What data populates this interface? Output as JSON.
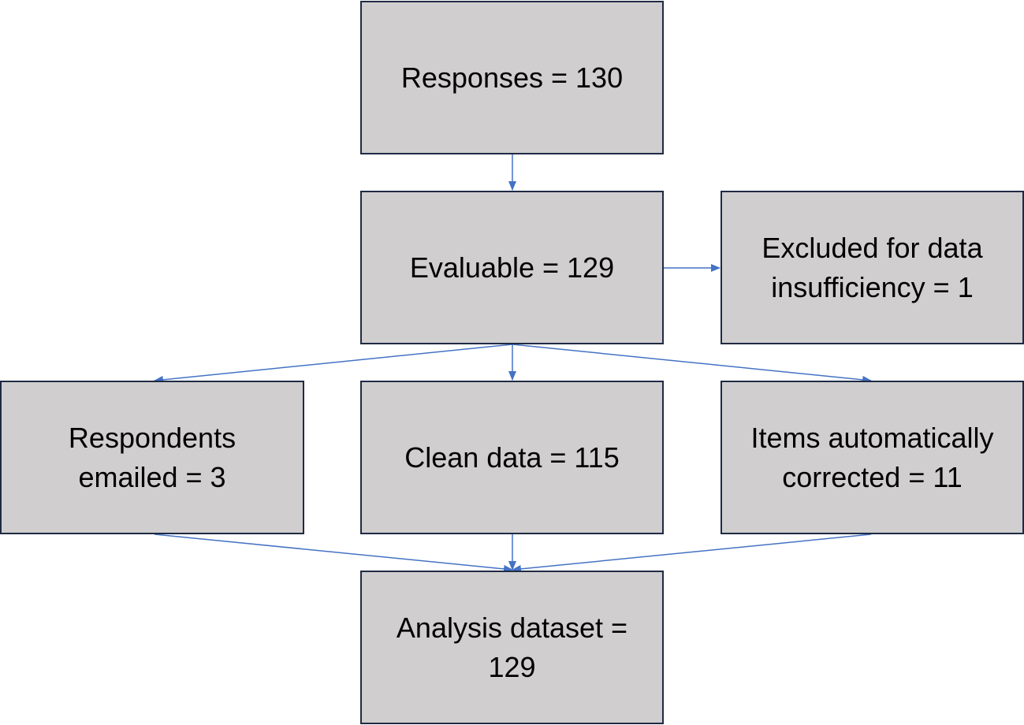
{
  "colors": {
    "box_fill": "#d0cece",
    "box_border": "#1f2a44",
    "arrow": "#4472c4"
  },
  "nodes": {
    "responses": "Responses = 130",
    "evaluable": "Evaluable = 129",
    "excluded": "Excluded for data\ninsufficiency = 1",
    "emailed": "Respondents\nemailed = 3",
    "clean": "Clean data = 115",
    "corrected": "Items automatically\ncorrected = 11",
    "analysis": "Analysis dataset =\n129"
  }
}
